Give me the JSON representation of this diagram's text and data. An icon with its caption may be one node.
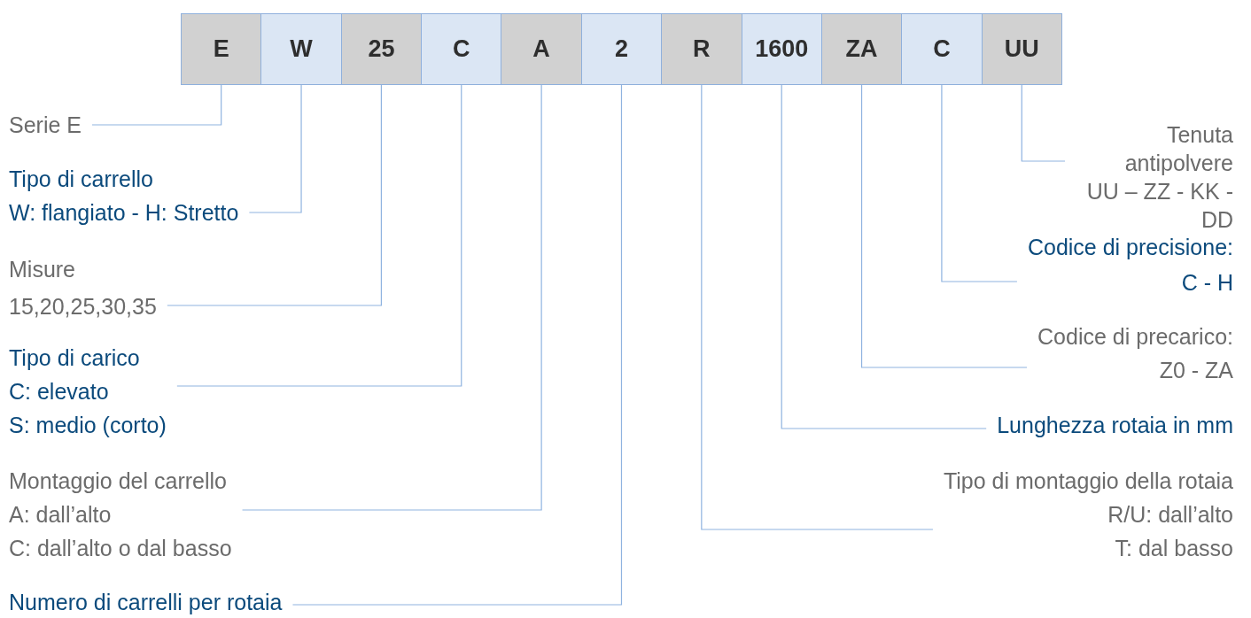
{
  "diagram": {
    "nodes": [
      {
        "text": [
          "E"
        ]
      },
      {
        "text": [
          "W"
        ]
      },
      {
        "text": [
          "25"
        ]
      },
      {
        "text": [
          "C"
        ]
      },
      {
        "text": [
          "A"
        ]
      },
      {
        "text": [
          "2"
        ]
      },
      {
        "text": [
          "R"
        ]
      },
      {
        "text": [
          "1600"
        ]
      },
      {
        "text": [
          "ZA"
        ]
      },
      {
        "text": [
          "C"
        ]
      },
      {
        "text": [
          "UU"
        ]
      },
      {
        "text": [
          "Serie E"
        ]
      },
      {
        "text": [
          "Tipo di carrello",
          "W: flangiato - H: Stretto"
        ]
      },
      {
        "text": [
          "Misure",
          "15,20,25,30,35"
        ]
      },
      {
        "text": [
          "Tipo di carico",
          "C: elevato",
          "S: medio (corto)"
        ]
      },
      {
        "text": [
          "Montaggio del carrello",
          "A: dall’alto",
          "C: dall’alto o dal basso"
        ]
      },
      {
        "text": [
          "Numero di carrelli per rotaia"
        ]
      },
      {
        "text": [
          "Tenuta antipolvere",
          "UU – ZZ - KK - DD"
        ]
      },
      {
        "text": [
          "Codice di precisione:",
          "C - H"
        ]
      },
      {
        "text": [
          "Codice di precarico:",
          "Z0 - ZA"
        ]
      },
      {
        "text": [
          "Lunghezza rotaia in mm"
        ]
      },
      {
        "text": [
          "Tipo di montaggio della rotaia",
          "R/U: dall’alto",
          "T: dal basso"
        ]
      }
    ],
    "edges": [
      {
        "from": 11,
        "to": 0,
        "arrow": "none"
      },
      {
        "from": 12,
        "to": 1,
        "arrow": "none"
      },
      {
        "from": 13,
        "to": 2,
        "arrow": "none"
      },
      {
        "from": 14,
        "to": 3,
        "arrow": "none"
      },
      {
        "from": 15,
        "to": 4,
        "arrow": "none"
      },
      {
        "from": 16,
        "to": 5,
        "arrow": "none"
      },
      {
        "from": 21,
        "to": 6,
        "arrow": "none"
      },
      {
        "from": 20,
        "to": 7,
        "arrow": "none"
      },
      {
        "from": 19,
        "to": 8,
        "arrow": "none"
      },
      {
        "from": 18,
        "to": 9,
        "arrow": "none"
      },
      {
        "from": 17,
        "to": 10,
        "arrow": "none"
      }
    ]
  }
}
